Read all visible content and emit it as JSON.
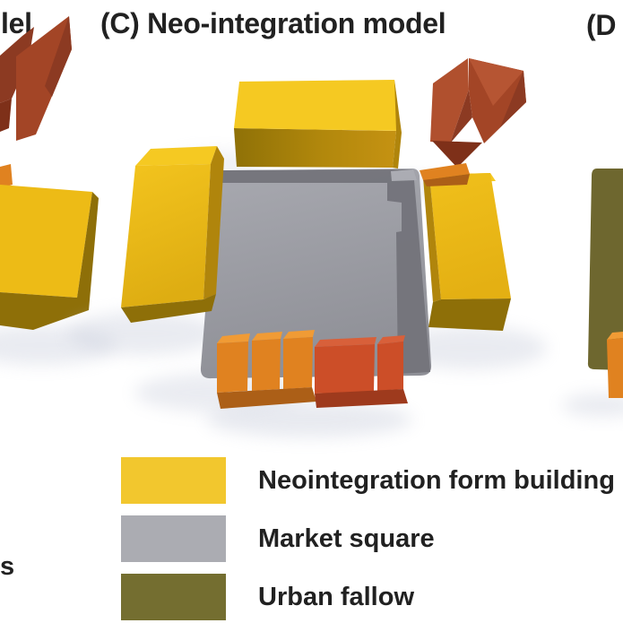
{
  "titles": {
    "left_partial": "lel",
    "panel_c": "(C) Neo-integration model",
    "right_partial": "(D"
  },
  "legend": {
    "left_partial_text": "s",
    "items": [
      {
        "label": "Neointegration form building"
      },
      {
        "label": "Market square"
      },
      {
        "label": "Urban fallow"
      }
    ]
  },
  "scene": {
    "panel_c_objects": [
      "church-monument",
      "neointegration-form-building-north",
      "neointegration-form-building-west",
      "neointegration-form-building-east",
      "market-square",
      "market-stall-row-orange",
      "market-stall-row-red"
    ],
    "panel_b_partial_objects": [
      "church-monument",
      "neointegration-form-building"
    ],
    "panel_d_partial_objects": [
      "urban-fallow-area",
      "stall-block"
    ]
  },
  "colors": {
    "ink": "#212121",
    "yellow_top": "#F5C922",
    "yellow_front": "#EDBB16",
    "yellow_side": "#B0850C",
    "yellow_dark": "#8E6F08",
    "square_light": "#A2A3AA",
    "square_dark": "#74747B",
    "square_corner": "#ABACB3",
    "orange_top": "#F09B35",
    "orange_front": "#E08220",
    "orange_dark": "#AC5F17",
    "red_top": "#D8603A",
    "red_front": "#CC4E28",
    "red_dark": "#9E3A1D",
    "church_bright": "#B65533",
    "church_light": "#B0502E",
    "church_mid": "#A34526",
    "church_dark": "#8C3A22",
    "church_deep": "#7E3019",
    "olive": "#6E672F",
    "shadow": "#C9CEDC",
    "legend_yellow": "#F2C72E",
    "legend_gray": "#ABACB2",
    "legend_olive": "#746E30"
  }
}
